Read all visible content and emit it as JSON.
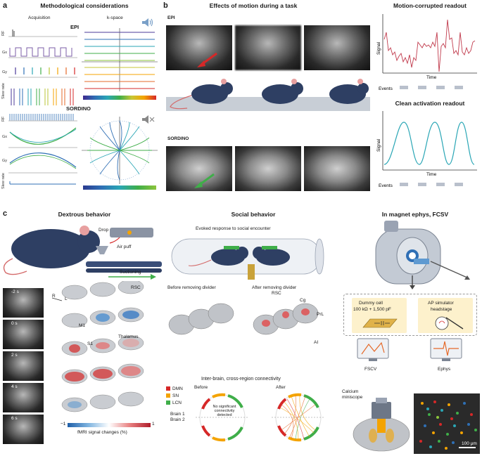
{
  "panel_a": {
    "letter": "a",
    "title": "Methodological considerations",
    "acquisition": "Acquisition",
    "kspace": "k-space",
    "epi": "EPI",
    "sordino": "SORDINO",
    "rows": [
      "RF",
      "Gx",
      "Gy",
      "Slew rate"
    ]
  },
  "panel_b": {
    "letter": "b",
    "title": "Effects of motion during a task",
    "epi": "EPI",
    "sordino": "SORDINO",
    "corrupted_title": "Motion-corrupted readout",
    "clean_title": "Clean activation readout",
    "signal": "Signal",
    "time": "Time",
    "events": "Events"
  },
  "panel_c": {
    "letter": "c",
    "dextrous_title": "Dextrous behavior",
    "drop": "Drop",
    "air_puff": "Air puff",
    "suctioning": "Suctioning",
    "times": [
      "-2 s",
      "0 s",
      "2 s",
      "4 s",
      "6 s"
    ],
    "regions": [
      "RSC",
      "M1",
      "Thalamus",
      "S1"
    ],
    "r": "R",
    "l": "L",
    "colorbar_min": "−1",
    "colorbar_max": "1",
    "colorbar_label": "fMRI signal changes (%)",
    "social_title": "Social behavior",
    "evoked": "Evoked response to social encounter",
    "before_divider": "Before removing divider",
    "after_divider": "After removing divider",
    "social_regions": [
      "RSC",
      "Cg",
      "PrL",
      "AI"
    ],
    "interbrain": "Inter-brain, cross-region connectivity",
    "legend": [
      {
        "name": "DMN",
        "color": "#d62828"
      },
      {
        "name": "SN",
        "color": "#f4a300"
      },
      {
        "name": "LCN",
        "color": "#3fae49"
      }
    ],
    "before": "Before",
    "after": "After",
    "brain1": "Brain 1",
    "brain2": "Brain 2",
    "no_sig": "No significant connectivity detected",
    "ephys_title": "In magnet ephys, FCSV",
    "dummy_cell": "Dummy cell",
    "dummy_values": "100 kΩ + 1,500 pF",
    "ap_sim": "AP simulator",
    "headstage": "headstage",
    "fscv": "FSCV",
    "ephys": "Ephys",
    "calcium": "Calcium",
    "miniscope": "miniscope",
    "scale": "100 μm"
  }
}
